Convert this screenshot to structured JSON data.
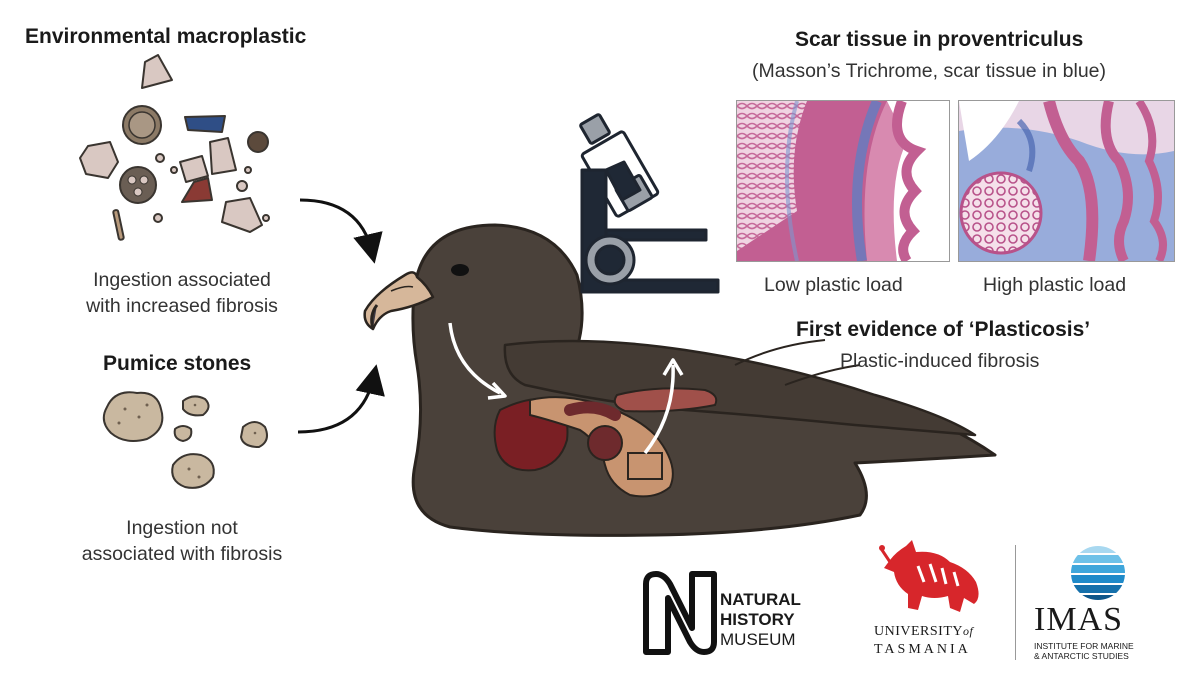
{
  "left": {
    "macro_heading": "Environmental macroplastic",
    "macro_caption": [
      "Ingestion associated",
      "with increased fibrosis"
    ],
    "pumice_heading": "Pumice stones",
    "pumice_caption": [
      "Ingestion not",
      "associated with fibrosis"
    ]
  },
  "right": {
    "scar_title": "Scar tissue in proventriculus",
    "scar_subtitle": "(Masson’s Trichrome, scar tissue in blue)",
    "panel_low_label": "Low plastic load",
    "panel_high_label": "High plastic load",
    "evidence_title": "First evidence of ‘Plasticosis’",
    "evidence_subtitle": "Plastic-induced fibrosis"
  },
  "logos": {
    "nhm_lines": [
      "NATURAL",
      "HISTORY",
      "MUSEUM"
    ],
    "utas_line1": "UNIVERSITY",
    "utas_of": "of",
    "utas_line2": "TASMANIA",
    "imas_name": "IMAS",
    "imas_sub": [
      "INSTITUTE FOR MARINE",
      "& ANTARCTIC STUDIES"
    ]
  },
  "colors": {
    "bird_body": "#4a413a",
    "bird_outline": "#2a241f",
    "beak": "#d6b79a",
    "liver": "#7a1f24",
    "gizzard": "#c89470",
    "stain_pink": "#c66a9a",
    "stain_blue": "#5b7fc4",
    "utas_red": "#d7262b",
    "imas_blue": "#1f8ac9"
  }
}
